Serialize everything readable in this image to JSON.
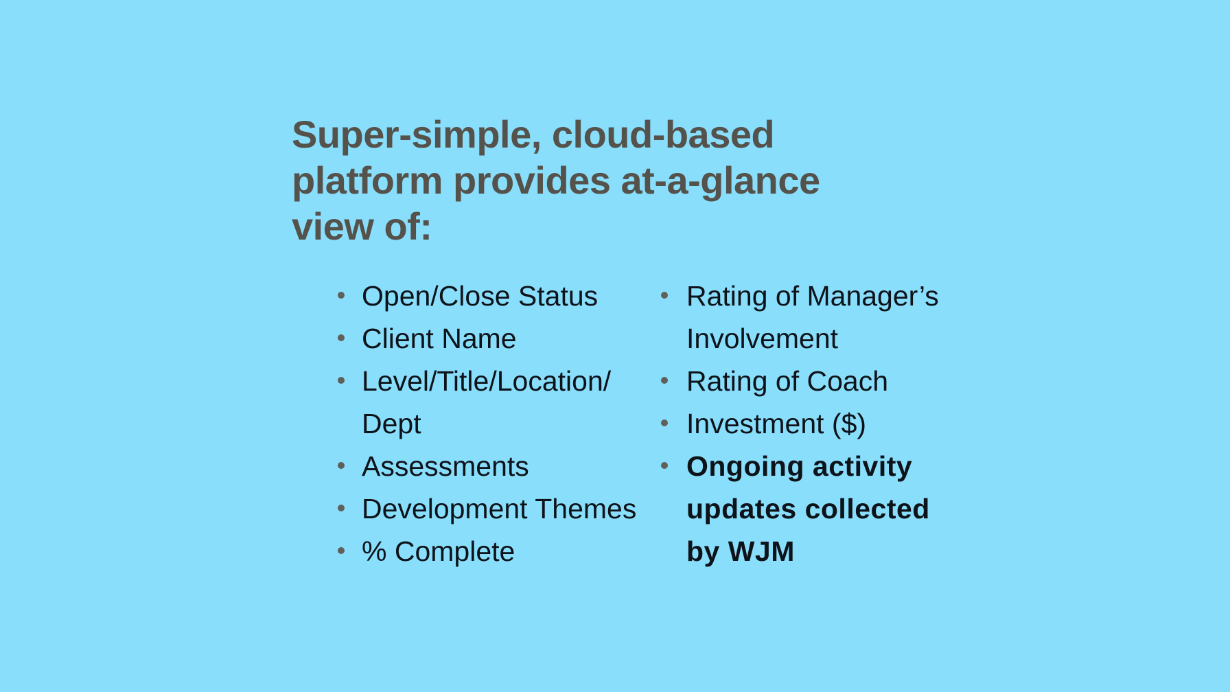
{
  "slide": {
    "colors": {
      "background": "#88DEFB",
      "title_text": "#55524C",
      "body_text": "#0E1219",
      "bullet_dot": "#615F59"
    },
    "title": {
      "lines": [
        "Super-simple, cloud-based",
        "platform provides at-a-glance",
        "view of:"
      ]
    },
    "bullets": {
      "left": [
        {
          "lines": [
            "Open/Close Status"
          ],
          "bold": false
        },
        {
          "lines": [
            "Client Name"
          ],
          "bold": false
        },
        {
          "lines": [
            "Level/Title/Location/",
            "Dept"
          ],
          "bold": false
        },
        {
          "lines": [
            "Assessments"
          ],
          "bold": false
        },
        {
          "lines": [
            "Development Themes"
          ],
          "bold": false
        },
        {
          "lines": [
            "% Complete"
          ],
          "bold": false
        }
      ],
      "right": [
        {
          "lines": [
            "Rating of Manager’s",
            "Involvement"
          ],
          "bold": false
        },
        {
          "lines": [
            "Rating of Coach"
          ],
          "bold": false
        },
        {
          "lines": [
            "Investment ($)"
          ],
          "bold": false
        },
        {
          "lines": [
            "Ongoing activity",
            "updates collected",
            "by WJM"
          ],
          "bold": true
        }
      ]
    }
  }
}
